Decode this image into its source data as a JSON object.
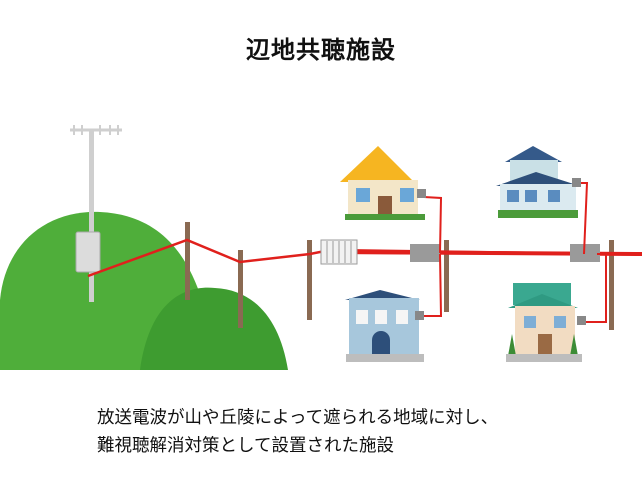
{
  "title": "辺地共聴施設",
  "caption": {
    "line1": "放送電波が山や丘陵によって遮られる地域に対し、",
    "line2": "難視聴解消対策として設置された施設"
  },
  "colors": {
    "cable": "#e0201c",
    "hill_light": "#4fae3a",
    "hill_dark": "#3f9a2f",
    "pole": "#8a6a52",
    "amp_box": "#9a9a9a"
  },
  "icons": [
    "antenna-icon",
    "house-icon",
    "utility-pole-icon",
    "amplifier-icon",
    "tap-box-icon"
  ]
}
